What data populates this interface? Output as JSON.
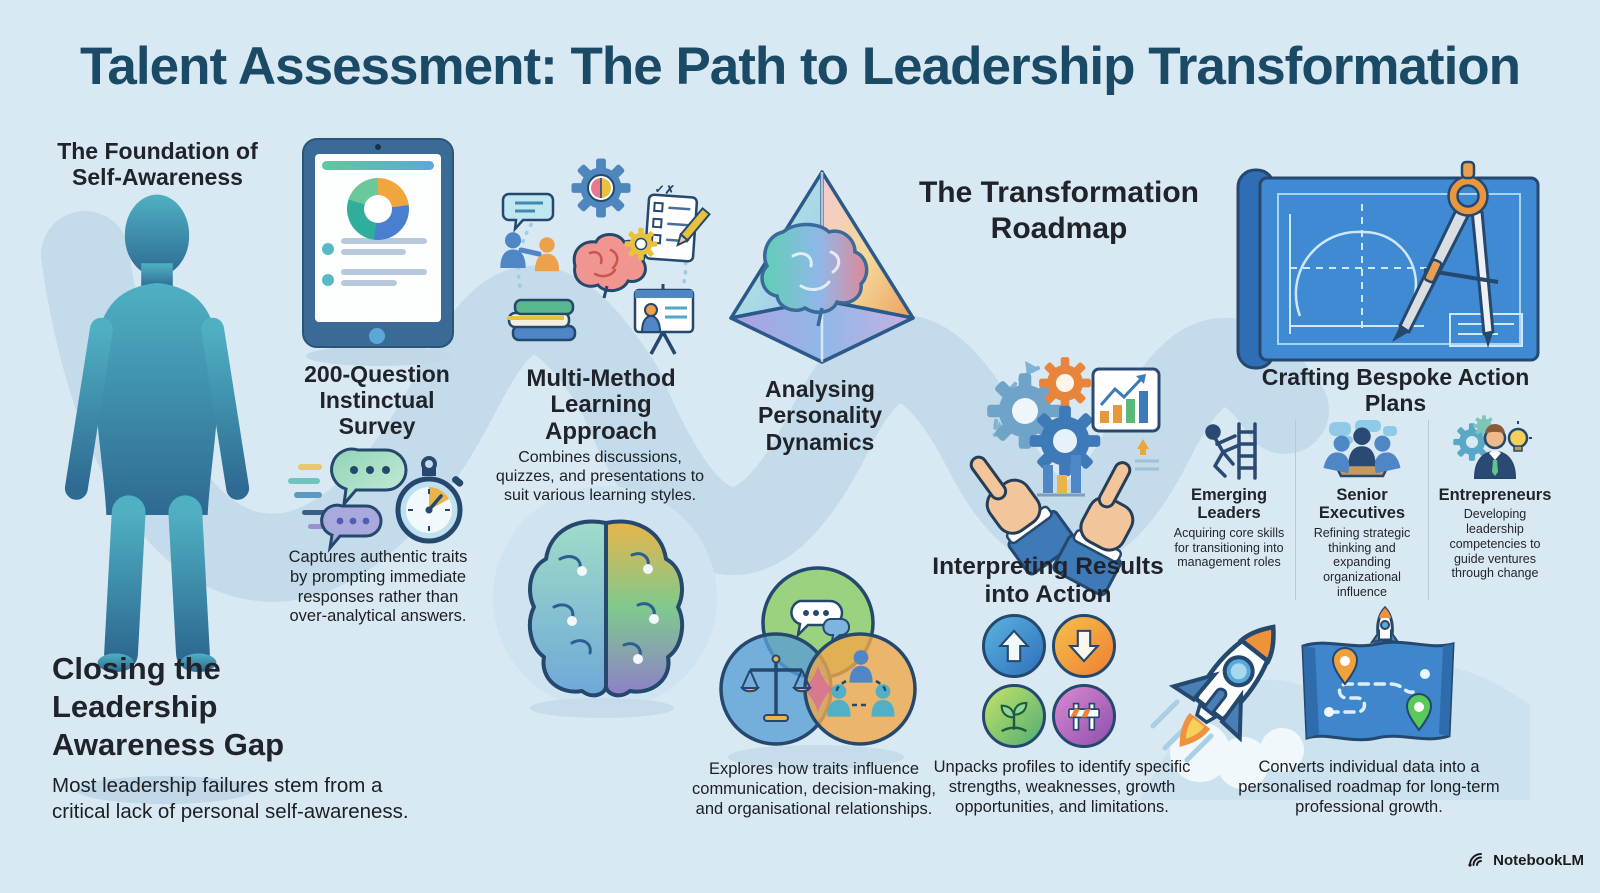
{
  "title": "Talent Assessment: The Path to Leadership Transformation",
  "watermark": "NotebookLM",
  "foundation": {
    "heading": "The Foundation of Self-Awareness"
  },
  "closing_gap": {
    "heading": "Closing the Leadership Awareness Gap",
    "body": "Most leadership failures stem from a critical lack of personal self-awareness."
  },
  "survey": {
    "heading": "200-Question Instinctual Survey",
    "body": "Captures authentic traits by prompting immediate responses rather than over-analytical answers."
  },
  "multi_method": {
    "heading": "Multi-Method Learning Approach",
    "body": "Combines discussions, quizzes, and presentations to suit various learning styles."
  },
  "personality": {
    "heading": "Analysing Personality Dynamics"
  },
  "roadmap": {
    "heading": "The Transformation Roadmap"
  },
  "interpreting": {
    "heading": "Interpreting Results into Action",
    "body": "Unpacks profiles to identify specific strengths, weaknesses, growth opportunities, and limitations."
  },
  "traits": {
    "body": "Explores how traits influence communication, decision-making, and organisational relationships."
  },
  "bespoke": {
    "heading": "Crafting Bespoke Action Plans"
  },
  "personas": [
    {
      "title": "Emerging Leaders",
      "body": "Acquiring core skills for transitioning into management roles"
    },
    {
      "title": "Senior Executives",
      "body": "Refining strategic thinking and expanding organizational influence"
    },
    {
      "title": "Entrepreneurs",
      "body": "Developing leadership competencies to guide ventures through change"
    }
  ],
  "growth": {
    "body": "Converts individual data into a personalised roadmap for long-term professional growth."
  },
  "colors": {
    "background": "#d9e9f3",
    "path": "#c3dbea",
    "title_text": "#1b4a66",
    "heading_text": "#20242a"
  }
}
